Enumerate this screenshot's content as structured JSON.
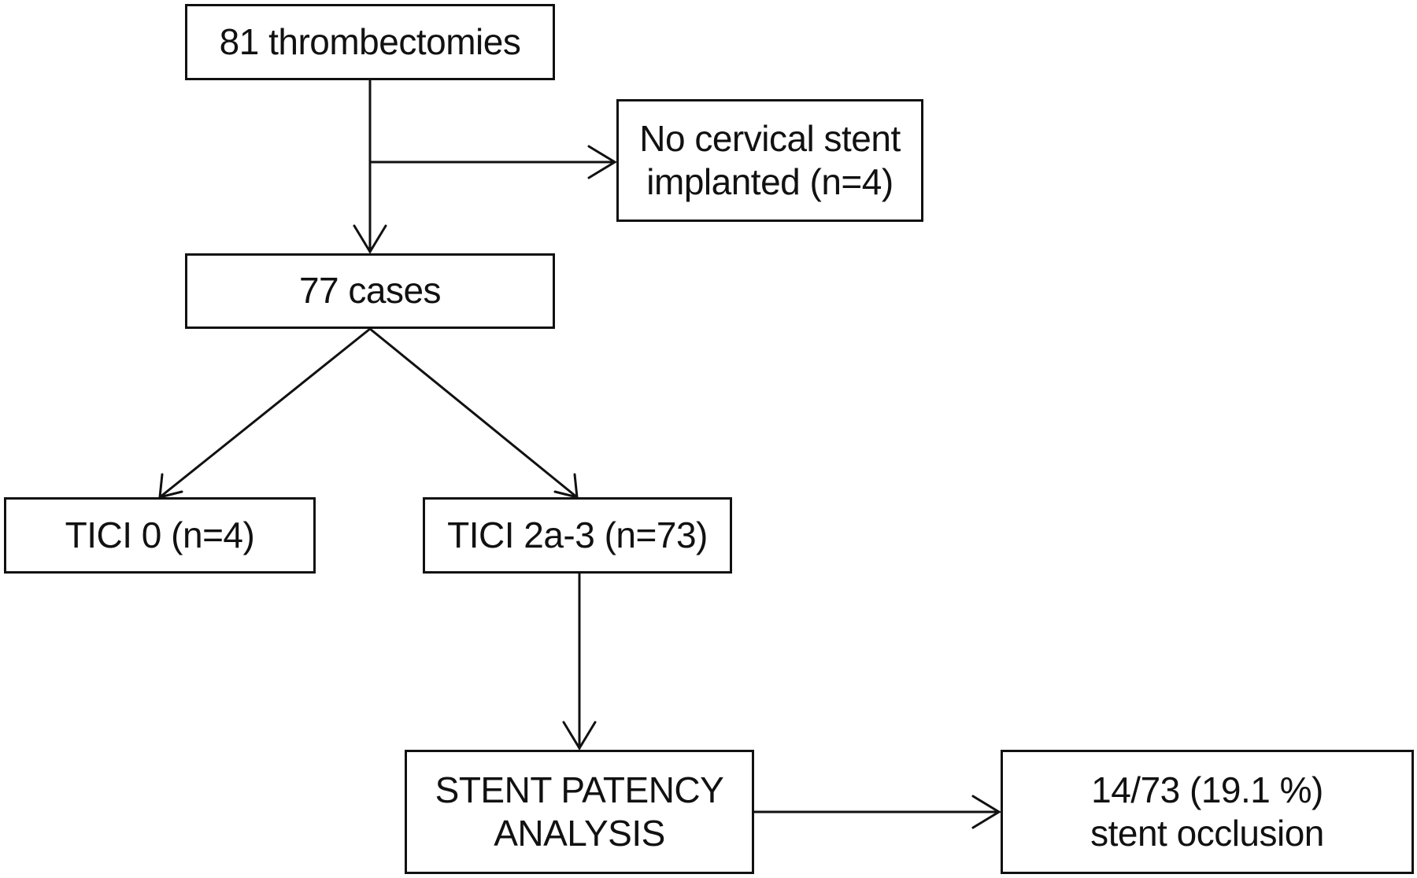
{
  "diagram": {
    "nodes": {
      "start": {
        "text": "81 thrombectomies"
      },
      "exclude": {
        "line1": "No cervical stent",
        "line2": "implanted (n=4)"
      },
      "cases": {
        "text": "77 cases"
      },
      "tici0": {
        "text": "TICI 0 (n=4)"
      },
      "tici2a3": {
        "text": "TICI 2a-3 (n=73)"
      },
      "stent_analysis": {
        "line1": "STENT PATENCY",
        "line2": "ANALYSIS"
      },
      "occlusion": {
        "line1": "14/73 (19.1 %)",
        "line2": "stent occlusion"
      }
    },
    "edges": [
      {
        "from": "start",
        "to": "cases"
      },
      {
        "from": "start",
        "to": "exclude"
      },
      {
        "from": "cases",
        "to": "tici0"
      },
      {
        "from": "cases",
        "to": "tici2a3"
      },
      {
        "from": "tici2a3",
        "to": "stent_analysis"
      },
      {
        "from": "stent_analysis",
        "to": "occlusion"
      }
    ],
    "colors": {
      "stroke": "#111111",
      "background": "#ffffff"
    }
  }
}
